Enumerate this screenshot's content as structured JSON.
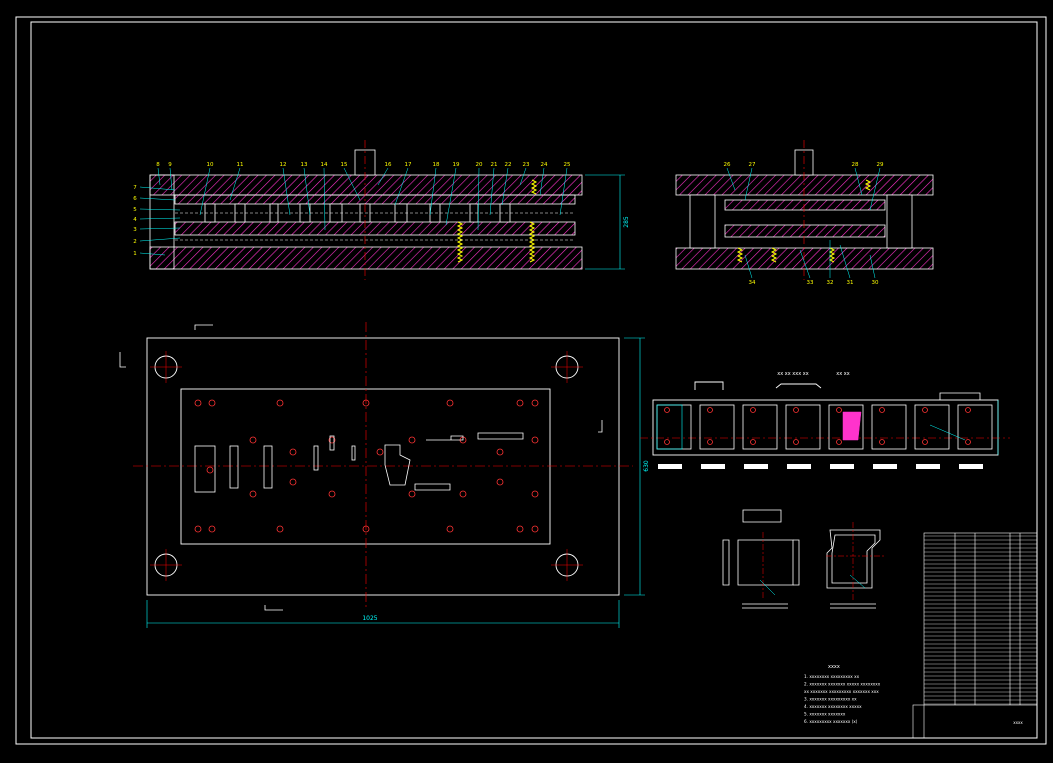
{
  "colors": {
    "background": "#000000",
    "frame": "#ffffff",
    "hatch": "#ff33cc",
    "centerline": "#ff0000",
    "leader": "#00ffff",
    "label": "#ffff00",
    "dimension": "#00ffff",
    "spring": "#ffff00",
    "part_fill": "#ff33cc"
  },
  "front_view": {
    "left_labels": [
      "7",
      "6",
      "5",
      "4",
      "3",
      "2",
      "1"
    ],
    "top_labels": [
      "8",
      "9",
      "10",
      "11",
      "12",
      "13",
      "14",
      "15",
      "16",
      "17",
      "18",
      "19",
      "20",
      "21",
      "22",
      "23",
      "24",
      "25"
    ],
    "height_dimension": "285"
  },
  "side_view": {
    "top_labels": [
      "26",
      "27",
      "28",
      "29"
    ],
    "bottom_labels": [
      "34",
      "33",
      "32",
      "31",
      "30"
    ]
  },
  "plan_view": {
    "width_dimension": "1025",
    "height_dimension": "630"
  },
  "strip_layout": {
    "title": "xx xx xxx xx",
    "subtitle": "xx xx"
  },
  "notes": {
    "title": "xxxx",
    "lines": [
      "1. xxxxxxxx xxxxxxxxx xx",
      "2. xxxxxxx xxxxxxx xxxxx xxxxxxxx",
      "xx xxxxxxx xxxxxxxxx xxxxxxx xxx",
      "3. xxxxxxx xxxxxxxxx xx",
      "4. xxxxxxx xxxxxxxx xxxxx",
      "5. xxxxxxx xxxxxxx",
      "6. xxxxxxxxx xxxxxxx (x)"
    ]
  },
  "title_block": {
    "name": "xxxx"
  }
}
